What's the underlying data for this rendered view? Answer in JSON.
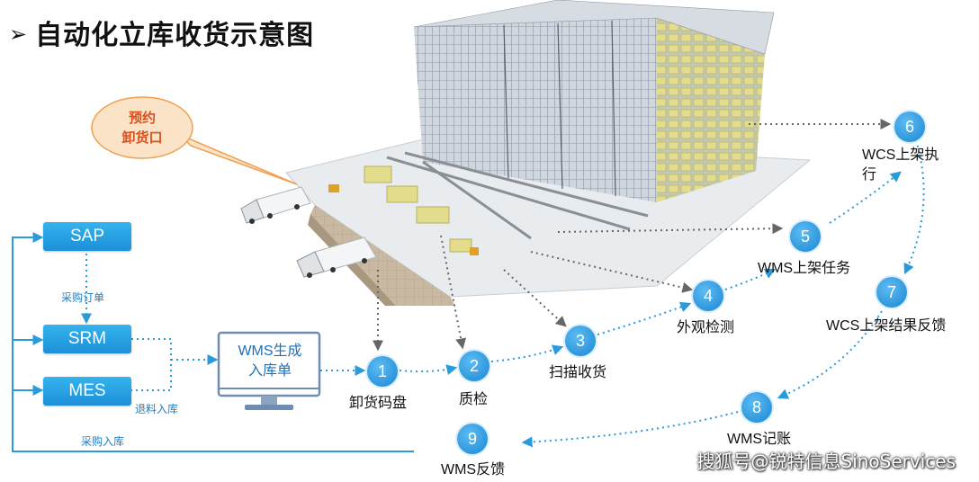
{
  "title": "自动化立库收货示意图",
  "bubble": {
    "line1": "预约",
    "line2": "卸货口"
  },
  "systems": {
    "sap": "SAP",
    "srm": "SRM",
    "mes": "MES"
  },
  "flow_labels": {
    "purchase_order": "采购订单",
    "return_to_stock": "退料入库",
    "purchase_to_stock": "采购入库"
  },
  "monitor": {
    "line1": "WMS生成",
    "line2": "入库单"
  },
  "steps": [
    {
      "num": "1",
      "label": "卸货码盘"
    },
    {
      "num": "2",
      "label": "质检"
    },
    {
      "num": "3",
      "label": "扫描收货"
    },
    {
      "num": "4",
      "label": "外观检测"
    },
    {
      "num": "5",
      "label": "WMS上架任务"
    },
    {
      "num": "6",
      "label_line1": "WCS上架执",
      "label_line2": "行"
    },
    {
      "num": "7",
      "label": "WCS上架结果反馈"
    },
    {
      "num": "8",
      "label": "WMS记账"
    },
    {
      "num": "9",
      "label": "WMS反馈"
    }
  ],
  "watermark": "搜狐号@锐特信息SinoServices",
  "colors": {
    "accent_blue": "#1d8fd8",
    "flow_line": "#2a9ad8",
    "bubble_fill": "#fbe3c8",
    "bubble_stroke": "#f0a050",
    "bubble_text": "#d9501e",
    "rack_goods": "#e2dc8c",
    "rack_frame": "#7c8896"
  },
  "icons": [
    "title-arrow-icon",
    "monitor-icon",
    "warehouse-illustration",
    "truck-icon"
  ]
}
